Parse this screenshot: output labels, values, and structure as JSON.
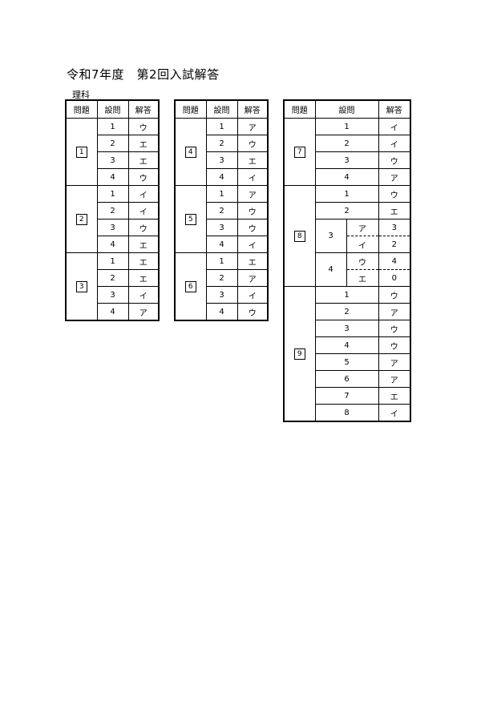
{
  "title": "令和7年度　第2回入試解答",
  "subject": "理科",
  "headers": {
    "mondai": "問題",
    "setsumon": "設問",
    "kaito": "解答"
  },
  "q1": {
    "num": "1",
    "rows": [
      {
        "s": "1",
        "a": "ウ"
      },
      {
        "s": "2",
        "a": "エ"
      },
      {
        "s": "3",
        "a": "エ"
      },
      {
        "s": "4",
        "a": "ウ"
      }
    ]
  },
  "q2": {
    "num": "2",
    "rows": [
      {
        "s": "1",
        "a": "イ"
      },
      {
        "s": "2",
        "a": "イ"
      },
      {
        "s": "3",
        "a": "ウ"
      },
      {
        "s": "4",
        "a": "エ"
      }
    ]
  },
  "q3": {
    "num": "3",
    "rows": [
      {
        "s": "1",
        "a": "エ"
      },
      {
        "s": "2",
        "a": "エ"
      },
      {
        "s": "3",
        "a": "イ"
      },
      {
        "s": "4",
        "a": "ア"
      }
    ]
  },
  "q4": {
    "num": "4",
    "rows": [
      {
        "s": "1",
        "a": "ア"
      },
      {
        "s": "2",
        "a": "ウ"
      },
      {
        "s": "3",
        "a": "エ"
      },
      {
        "s": "4",
        "a": "イ"
      }
    ]
  },
  "q5": {
    "num": "5",
    "rows": [
      {
        "s": "1",
        "a": "ア"
      },
      {
        "s": "2",
        "a": "ウ"
      },
      {
        "s": "3",
        "a": "ウ"
      },
      {
        "s": "4",
        "a": "イ"
      }
    ]
  },
  "q6": {
    "num": "6",
    "rows": [
      {
        "s": "1",
        "a": "エ"
      },
      {
        "s": "2",
        "a": "ア"
      },
      {
        "s": "3",
        "a": "イ"
      },
      {
        "s": "4",
        "a": "ウ"
      }
    ]
  },
  "q7": {
    "num": "7",
    "rows": [
      {
        "s": "1",
        "a": "イ"
      },
      {
        "s": "2",
        "a": "イ"
      },
      {
        "s": "3",
        "a": "ウ"
      },
      {
        "s": "4",
        "a": "ア"
      }
    ]
  },
  "q8": {
    "num": "8",
    "r1": {
      "s": "1",
      "a": "ウ"
    },
    "r2": {
      "s": "2",
      "a": "エ"
    },
    "r3": {
      "s": "3",
      "sub1": "ア",
      "a1": "3",
      "sub2": "イ",
      "a2": "2"
    },
    "r4": {
      "s": "4",
      "sub1": "ウ",
      "a1": "4",
      "sub2": "エ",
      "a2": "0"
    }
  },
  "q9": {
    "num": "9",
    "rows": [
      {
        "s": "1",
        "a": "ウ"
      },
      {
        "s": "2",
        "a": "ア"
      },
      {
        "s": "3",
        "a": "ウ"
      },
      {
        "s": "4",
        "a": "ウ"
      },
      {
        "s": "5",
        "a": "ア"
      },
      {
        "s": "6",
        "a": "ア"
      },
      {
        "s": "7",
        "a": "エ"
      },
      {
        "s": "8",
        "a": "イ"
      }
    ]
  }
}
